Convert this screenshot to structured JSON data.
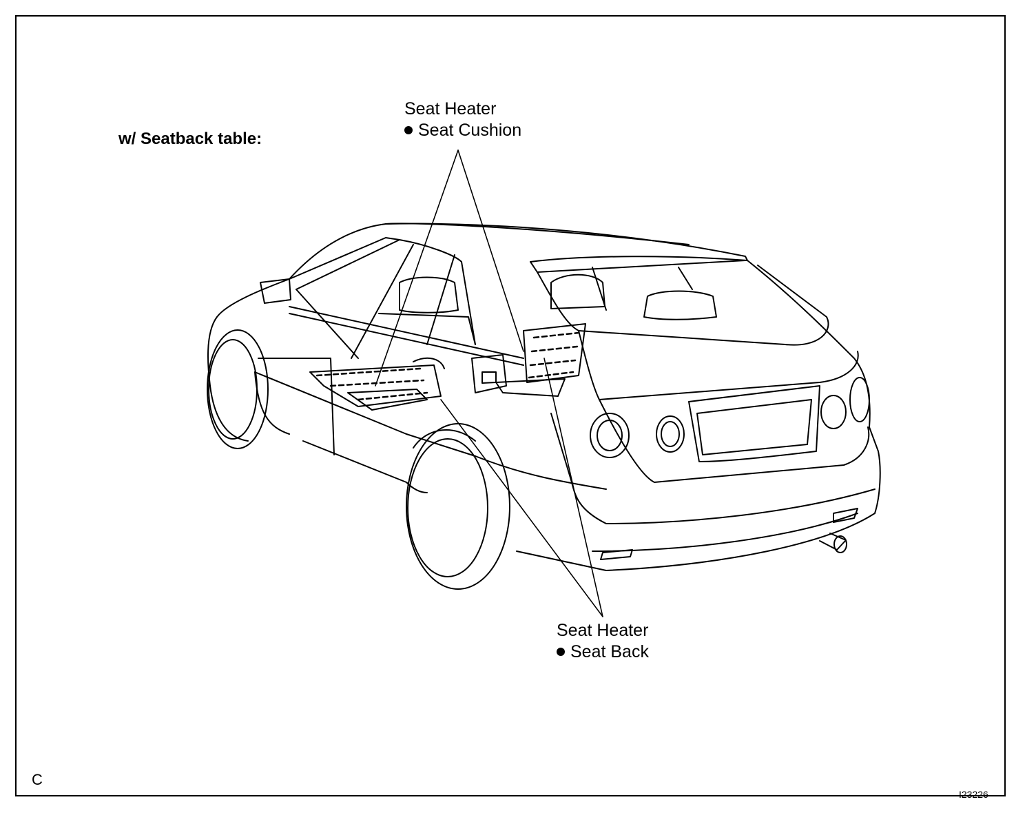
{
  "variant_label": "w/ Seatback table:",
  "callout_cushion": {
    "title": "Seat Heater",
    "item": "Seat Cushion"
  },
  "callout_back": {
    "title": "Seat Heater",
    "item": "Seat Back"
  },
  "corner_letter": "C",
  "figure_code": "I23226",
  "colors": {
    "ink": "#000000",
    "paper": "#ffffff"
  }
}
